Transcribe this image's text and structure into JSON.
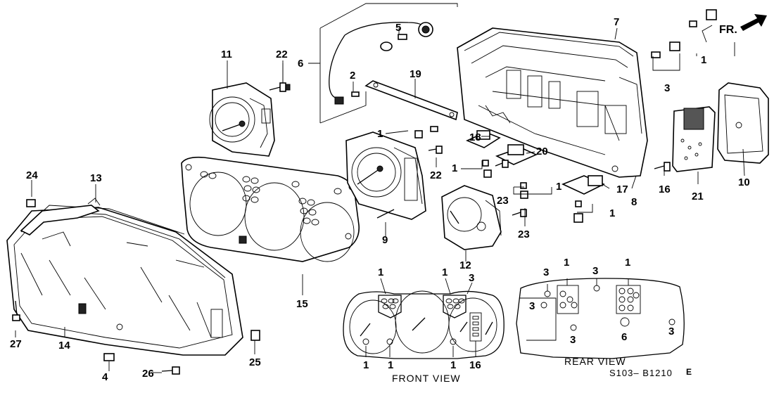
{
  "diagram": {
    "labels": {
      "fr": "FR.",
      "front_view": "FRONT VIEW",
      "rear_view": "REAR VIEW",
      "code": "S103– B1210",
      "code_suffix": "E"
    },
    "callouts": {
      "c1": "1",
      "c2": "2",
      "c3": "3",
      "c4": "4",
      "c5": "5",
      "c6": "6",
      "c7": "7",
      "c8": "8",
      "c9": "9",
      "c10": "10",
      "c11": "11",
      "c12": "12",
      "c13": "13",
      "c14": "14",
      "c15": "15",
      "c16": "16",
      "c17": "17",
      "c18": "18",
      "c19": "19",
      "c20": "20",
      "c21": "21",
      "c22": "22",
      "c23": "23",
      "c24": "24",
      "c25": "25",
      "c26": "26",
      "c27": "27"
    }
  }
}
